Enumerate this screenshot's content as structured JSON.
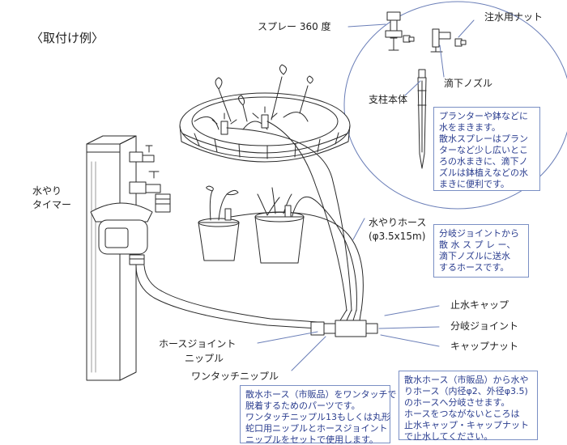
{
  "title": "〈取付け例〉",
  "labels": {
    "timer": [
      "水やり",
      "タイマー"
    ],
    "sprayer": "スプレー 360 度",
    "nut": "注水用ナット",
    "dripper": "滴下ノズル",
    "stake": "支柱本体",
    "water_hose": [
      "水やりホース",
      "(φ3.5x15m)"
    ],
    "stop_cap": "止水キャップ",
    "branch_joint": "分岐ジョイント",
    "cap_nut": "キャップナット",
    "hose_joint": [
      "ホースジョイント",
      "ニップル"
    ],
    "one_touch": "ワンタッチニップル"
  },
  "notes": {
    "planter": [
      "プランターや鉢などに",
      "水をまきます。",
      "散水スプレーはプラン",
      "ターなど少し広いとこ",
      "ろの水まきに、滴下ノ",
      "ズルは鉢植えなどの水",
      "まきに便利です。"
    ],
    "branch": [
      "分岐ジョイントから",
      "散 水 ス プ レ ー、",
      "滴下ノズルに送水",
      "するホースです。"
    ],
    "nipple": [
      "散水ホース（市販品）をワンタッチで",
      "脱着するためのパーツです。",
      "ワンタッチニップル13もしくは丸形",
      "蛇口用ニップルとホースジョイント",
      "ニップルをセットで使用します。"
    ],
    "split": [
      "散水ホース（市販品）から水や",
      "りホース（内径φ2、外径φ3.5)",
      "のホースへ分岐させます。",
      "ホースをつながないところは",
      "止水キャップ・キャップナット",
      "で止水してください。"
    ]
  }
}
